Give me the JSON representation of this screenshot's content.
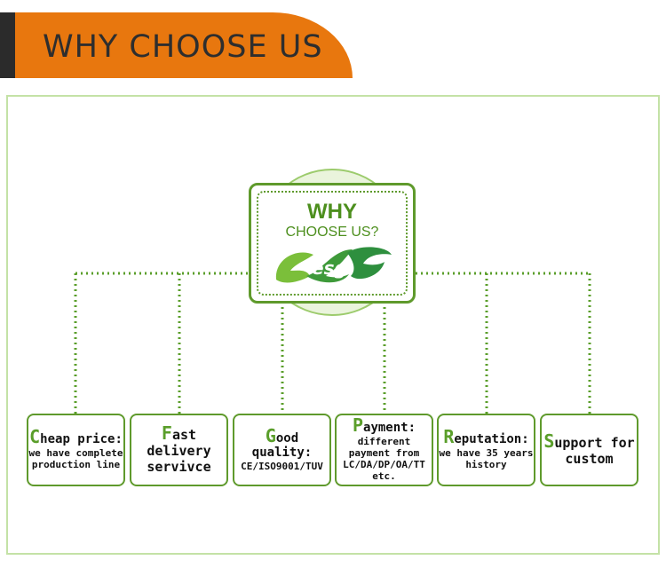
{
  "header": {
    "title": "WHY CHOOSE US"
  },
  "logo": {
    "line1": "WHY",
    "line2": "CHOOSE US?",
    "brand": "esg"
  },
  "cards": [
    {
      "cap": "C",
      "title_rest": "heap price:",
      "body": "we have complete production line"
    },
    {
      "cap": "F",
      "title_rest": "ast delivery servivce",
      "body": ""
    },
    {
      "cap": "G",
      "title_rest": "ood quality:",
      "body": "CE/ISO9001/TUV"
    },
    {
      "cap": "P",
      "title_rest": "ayment:",
      "body": "different payment from LC/DA/DP/OA/TT etc."
    },
    {
      "cap": "R",
      "title_rest": "eputation:",
      "body": "we have 35 years history"
    },
    {
      "cap": "S",
      "title_rest": "upport for custom",
      "body": ""
    }
  ],
  "colors": {
    "accent_orange": "#e8770e",
    "green": "#5f9a2c",
    "light_green": "#c4e2a6",
    "header_dark": "#2b2b2b"
  }
}
